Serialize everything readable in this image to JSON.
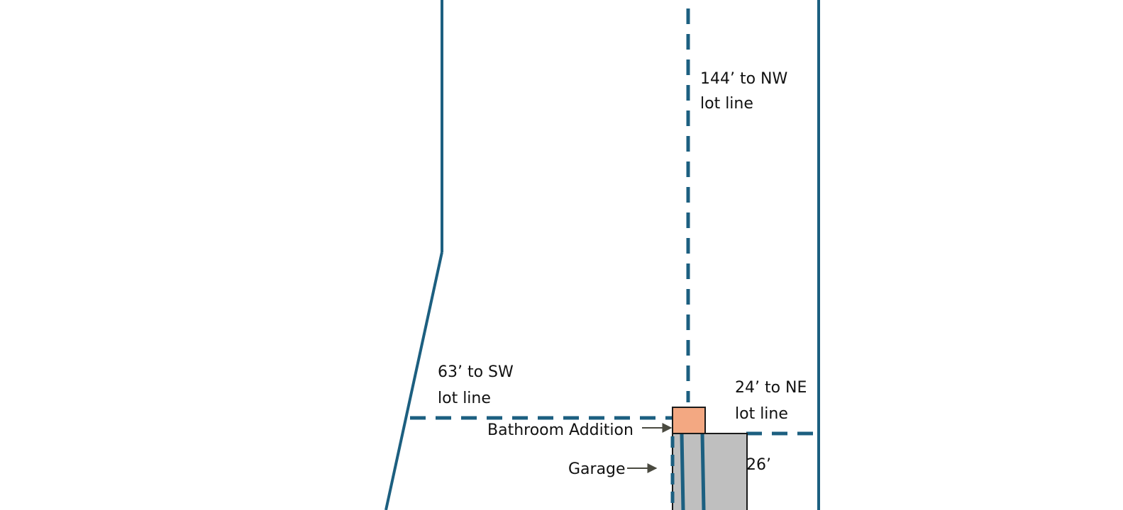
{
  "labels": {
    "nw_distance_line1": "144’ to NW",
    "nw_distance_line2": "lot line",
    "sw_distance_line1": "63’ to SW",
    "sw_distance_line2": "lot line",
    "ne_distance_line1": "24’ to NE",
    "ne_distance_line2": "lot line",
    "bathroom_addition": "Bathroom Addition",
    "garage": "Garage",
    "garage_dimension": "26’"
  },
  "colors": {
    "lot_line": "#1c5f80",
    "bathroom_addition_fill": "#f3a882",
    "garage_fill": "#bfbfbf",
    "outline": "#1a1a1a",
    "arrow": "#4a4a40"
  }
}
